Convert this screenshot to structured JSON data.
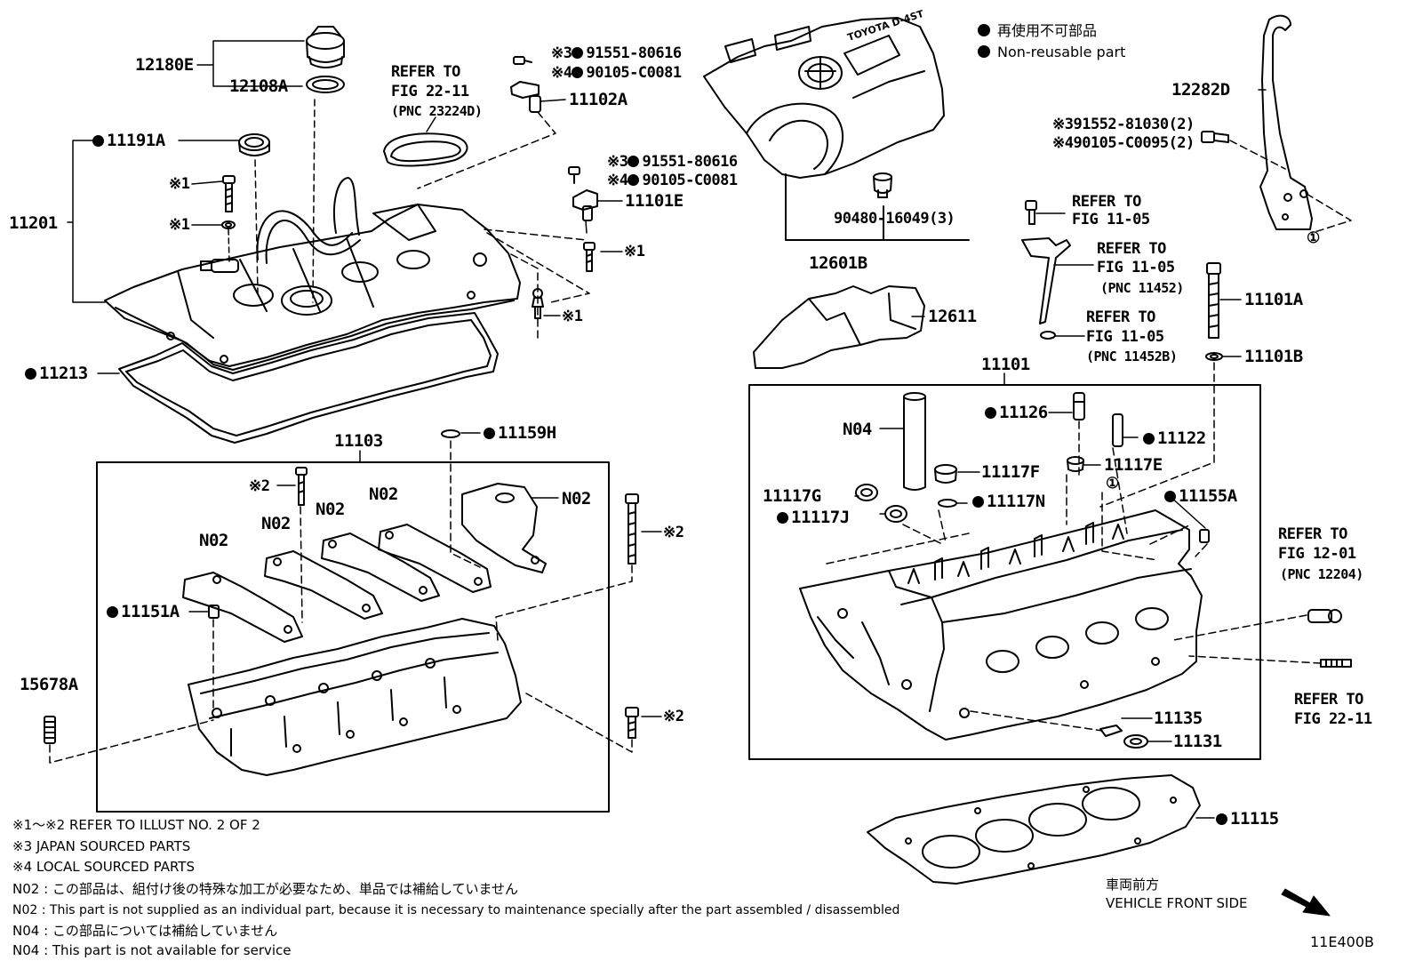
{
  "legend": {
    "ja": "再使用不可部品",
    "en": "Non-reusable part"
  },
  "engine_cover_text": "TOYOTA D-4ST",
  "labels": {
    "p12180E": "12180E",
    "p12108A": "12108A",
    "p11191A": "11191A",
    "p11201": "11201",
    "p11213": "11213",
    "mark1_a": "※1",
    "mark1_b": "※1",
    "mark1_c": "※1",
    "mark1_d": "※1",
    "ref_22_11_a": "REFER TO",
    "ref_22_11_b": "FIG 22-11",
    "ref_22_11_c": "(PNC 23224D)",
    "l91551_a_pre": "※3",
    "l91551_a": "91551-80616",
    "l90105_a_pre": "※4",
    "l90105_a": "90105-C0081",
    "p11102A": "11102A",
    "l91551_b_pre": "※3",
    "l91551_b": "91551-80616",
    "l90105_b_pre": "※4",
    "l90105_b": "90105-C0081",
    "p11101E": "11101E",
    "l90480": "90480-16049(3)",
    "p12601B": "12601B",
    "p12611": "12611",
    "p12282D": "12282D",
    "l91552": "※391552-81030(2)",
    "l90105_c": "※490105-C0095(2)",
    "circle1_a": "①",
    "ref_11_05_a1": "REFER TO",
    "ref_11_05_a2": "FIG 11-05",
    "ref_11_05_b1": "REFER TO",
    "ref_11_05_b2": "FIG 11-05",
    "ref_11_05_b3": "(PNC 11452)",
    "ref_11_05_c1": "REFER TO",
    "ref_11_05_c2": "FIG 11-05",
    "ref_11_05_c3": "(PNC 11452B)",
    "p11101A": "11101A",
    "p11101B": "11101B",
    "p11101": "11101",
    "pN04": "N04",
    "p11126": "11126",
    "p11122": "11122",
    "p11117F": "11117F",
    "p11117E": "11117E",
    "circle1_b": "①",
    "p11117G": "11117G",
    "p11117J": "11117J",
    "p11117N": "11117N",
    "p11155A": "11155A",
    "ref_12_01_a": "REFER TO",
    "ref_12_01_b": "FIG 12-01",
    "ref_12_01_c": "(PNC 12204)",
    "ref_22_11b_a": "REFER TO",
    "ref_22_11b_b": "FIG 22-11",
    "p11135": "11135",
    "p11131": "11131",
    "p11115": "11115",
    "p11103": "11103",
    "p11159H": "11159H",
    "mark2_a": "※2",
    "mark2_b": "※2",
    "mark2_c": "※2",
    "n02_a": "N02",
    "n02_b": "N02",
    "n02_c": "N02",
    "n02_d": "N02",
    "n02_e": "N02",
    "p11151A": "11151A",
    "p15678A": "15678A"
  },
  "notes": [
    "※1～※2  REFER TO ILLUST NO. 2 OF 2",
    "※3 JAPAN SOURCED PARTS",
    "※4 LOCAL SOURCED PARTS",
    "N02 : この部品は、組付け後の特殊な加工が必要なため、単品では補給していません",
    "N02 : This part is not supplied as an individual part, because it is necessary to maintenance specially after the part assembled / disassembled",
    "N04 : この部品については補給していません",
    "N04 : This part is not available for service"
  ],
  "front": {
    "ja": "車両前方",
    "en": "VEHICLE FRONT SIDE"
  },
  "illust_id": "11E400B"
}
